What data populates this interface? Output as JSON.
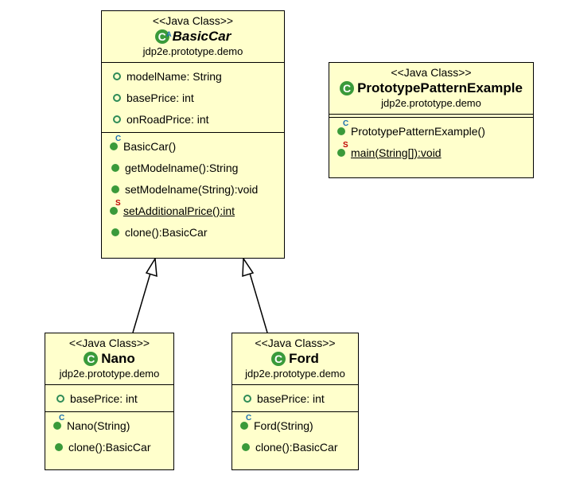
{
  "classes": {
    "basiccar": {
      "stereotype": "<<Java Class>>",
      "name": "BasicCar",
      "package": "jdp2e.prototype.demo",
      "fields": [
        "modelName: String",
        "basePrice: int",
        "onRoadPrice: int"
      ],
      "methods": [
        "BasicCar()",
        "getModelname():String",
        "setModelname(String):void",
        "setAdditionalPrice():int",
        "clone():BasicCar"
      ]
    },
    "prototype_example": {
      "stereotype": "<<Java Class>>",
      "name": "PrototypePatternExample",
      "package": "jdp2e.prototype.demo",
      "methods": [
        "PrototypePatternExample()",
        "main(String[]):void"
      ]
    },
    "nano": {
      "stereotype": "<<Java Class>>",
      "name": "Nano",
      "package": "jdp2e.prototype.demo",
      "fields": [
        "basePrice: int"
      ],
      "methods": [
        "Nano(String)",
        "clone():BasicCar"
      ]
    },
    "ford": {
      "stereotype": "<<Java Class>>",
      "name": "Ford",
      "package": "jdp2e.prototype.demo",
      "fields": [
        "basePrice: int"
      ],
      "methods": [
        "Ford(String)",
        "clone():BasicCar"
      ]
    }
  },
  "icons": {
    "class_letter": "C",
    "abstract_mark": "A",
    "constructor_mark": "C",
    "static_mark": "S"
  },
  "colors": {
    "class_fill": "#ffffcc",
    "icon_green": "#3a9a3a",
    "static_red": "#c00000",
    "constructor_blue": "#1a6fb0"
  }
}
